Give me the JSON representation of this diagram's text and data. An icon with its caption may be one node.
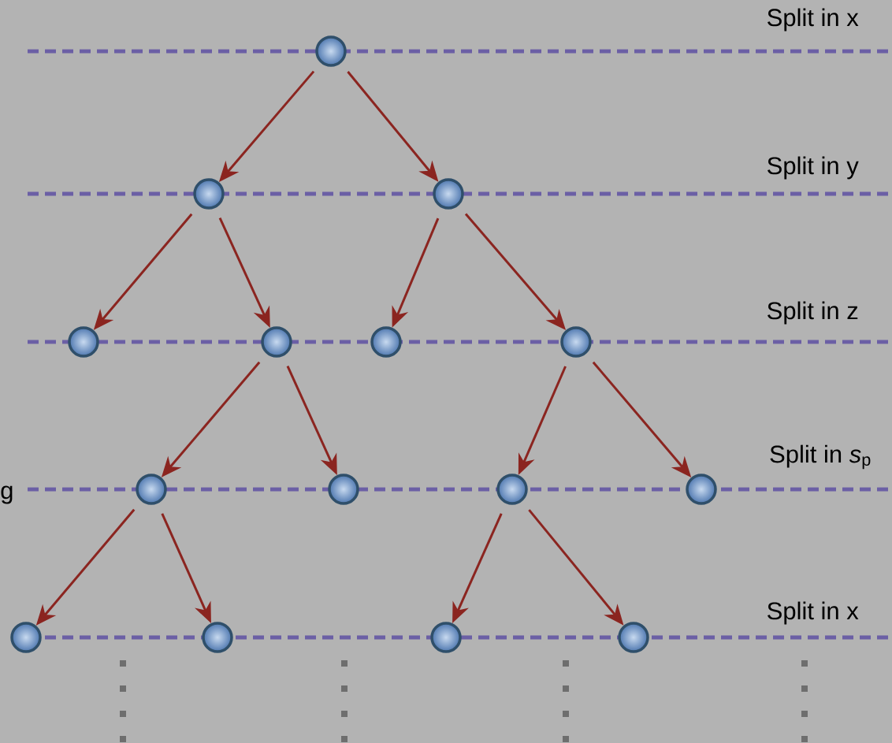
{
  "diagram": {
    "nodes": [
      {
        "text": [],
        "shape": "circle"
      },
      {
        "text": [],
        "shape": "circle"
      },
      {
        "text": [],
        "shape": "circle"
      },
      {
        "text": [],
        "shape": "circle"
      },
      {
        "text": [],
        "shape": "circle"
      },
      {
        "text": [],
        "shape": "circle"
      },
      {
        "text": [],
        "shape": "circle"
      },
      {
        "text": [],
        "shape": "circle"
      },
      {
        "text": [],
        "shape": "circle"
      },
      {
        "text": [],
        "shape": "circle"
      },
      {
        "text": [],
        "shape": "circle"
      },
      {
        "text": [],
        "shape": "circle"
      },
      {
        "text": [],
        "shape": "circle"
      },
      {
        "text": [],
        "shape": "circle"
      },
      {
        "text": [],
        "shape": "circle"
      }
    ],
    "edges": [
      {
        "from": 0,
        "to": 1,
        "arrow": "to"
      },
      {
        "from": 0,
        "to": 2,
        "arrow": "to"
      },
      {
        "from": 1,
        "to": 3,
        "arrow": "to"
      },
      {
        "from": 1,
        "to": 4,
        "arrow": "to"
      },
      {
        "from": 2,
        "to": 5,
        "arrow": "to"
      },
      {
        "from": 2,
        "to": 6,
        "arrow": "to"
      },
      {
        "from": 4,
        "to": 7,
        "arrow": "to"
      },
      {
        "from": 4,
        "to": 8,
        "arrow": "to"
      },
      {
        "from": 6,
        "to": 9,
        "arrow": "to"
      },
      {
        "from": 6,
        "to": 10,
        "arrow": "to"
      },
      {
        "from": 7,
        "to": 11,
        "arrow": "to"
      },
      {
        "from": 7,
        "to": 12,
        "arrow": "to"
      },
      {
        "from": 9,
        "to": 13,
        "arrow": "to"
      },
      {
        "from": 9,
        "to": 14,
        "arrow": "to"
      }
    ],
    "labels": [
      "Split in x",
      "Split in y",
      "Split in z",
      "g",
      "Split in *s*$_{p}$",
      "Split in x"
    ]
  }
}
